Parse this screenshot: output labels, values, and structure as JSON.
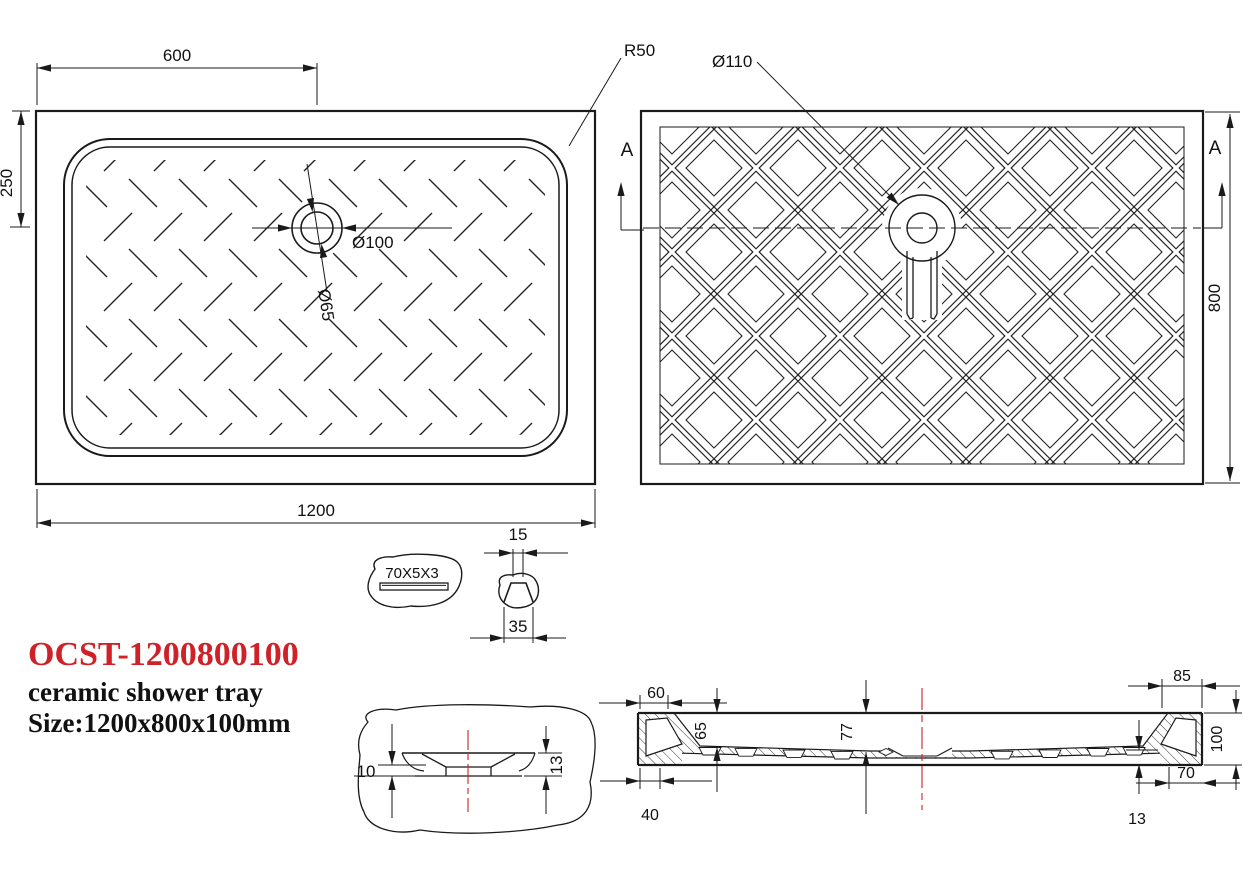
{
  "product": {
    "code": "OCST-1200800100",
    "name": "ceramic shower tray",
    "size": "Size:1200x800x100mm"
  },
  "top_view": {
    "d600": "600",
    "d250": "250",
    "d1200": "1200",
    "d_outer": "Ø100",
    "d_inner": "Ø65",
    "r_corner": "R50"
  },
  "bottom_view": {
    "d_hole": "Ø110",
    "d800": "800",
    "marker": "A"
  },
  "rib_detail": {
    "label": "70X5X3",
    "d15": "15",
    "d35": "35"
  },
  "drain_detail": {
    "d10": "10",
    "d13": "13"
  },
  "section": {
    "d60": "60",
    "d65": "65",
    "d77": "77",
    "d85": "85",
    "d100": "100",
    "d70": "70",
    "d40": "40",
    "d13": "13"
  },
  "colors": {
    "line": "#1a1a1a",
    "centerline": "#cc2222",
    "accent_red": "#cf2127",
    "background": "#ffffff"
  }
}
